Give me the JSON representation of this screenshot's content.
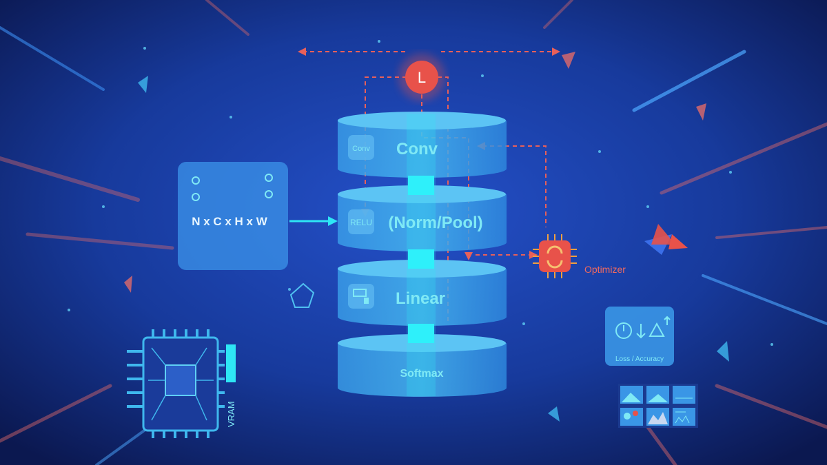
{
  "input_block": {
    "label": "N x C x H x W"
  },
  "layers": [
    {
      "name": "Conv",
      "icon_label": "Conv",
      "icon": "conv-badge-icon"
    },
    {
      "name": "(Norm/Pool)",
      "icon_label": "RELU",
      "icon": "relu-badge-icon"
    },
    {
      "name": "Linear",
      "icon_label": "",
      "icon": "linear-screen-icon"
    },
    {
      "name": "Softmax",
      "icon_label": "",
      "icon": ""
    }
  ],
  "loss_node": {
    "label": "L"
  },
  "optimizer": {
    "label": "Optimizer",
    "icon": "refresh-chip-icon"
  },
  "metrics_card": {
    "label": "Loss / Accuracy",
    "icons": [
      "clock-icon",
      "arrow-down-icon",
      "delta-up-icon"
    ]
  },
  "hardware": {
    "vram_label": "VRAM",
    "icon": "processor-chip-icon"
  },
  "colors": {
    "accent": "#2ee6f5",
    "loss": "#e8524a",
    "background": "#1a3a9e",
    "layer": "#3a9be6"
  }
}
